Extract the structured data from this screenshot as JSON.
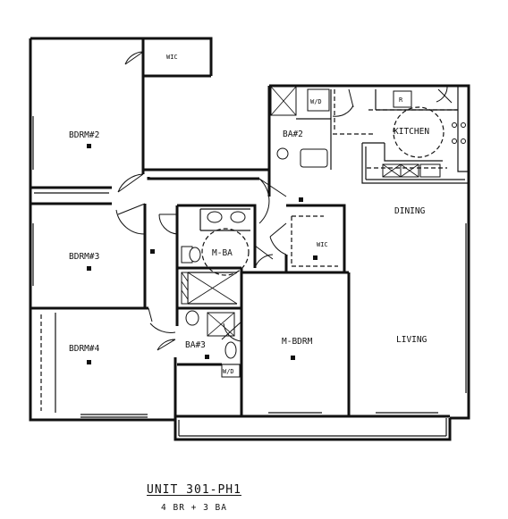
{
  "plan": {
    "title": "UNIT 301-PH1",
    "subtitle": "4 BR + 3 BA",
    "rooms": {
      "wic_top": "WIC",
      "bdrm2": "BDRM#2",
      "bdrm3": "BDRM#3",
      "bdrm4": "BDRM#4",
      "ba2": "BA#2",
      "wd_top": "W/D",
      "kitchen": "KITCHEN",
      "fridge": "R",
      "dining": "DINING",
      "mba": "M-BA",
      "wic_master": "WIC",
      "ba3": "BA#3",
      "wd_bottom": "W/D",
      "mbdrm": "M-BDRM",
      "living": "LIVING"
    }
  }
}
